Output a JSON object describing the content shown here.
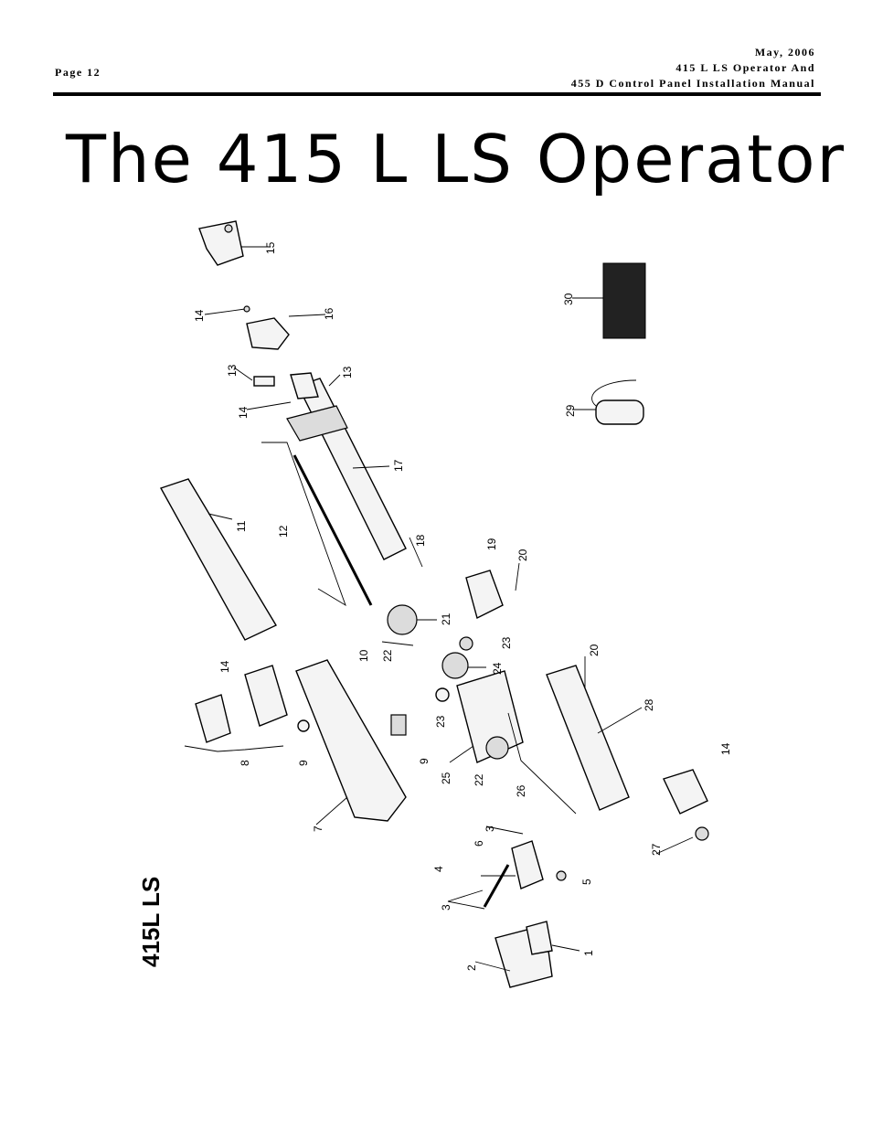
{
  "header": {
    "page_label": "Page 12",
    "date": "May, 2006",
    "doc_line1": "415 L LS Operator And",
    "doc_line2": "455 D Control Panel Installation Manual"
  },
  "title": "The 415 L LS Operator",
  "diagram": {
    "model_label": "415L LS",
    "part_numbers": [
      "15",
      "14",
      "16",
      "13",
      "13",
      "14",
      "30",
      "29",
      "17",
      "11",
      "12",
      "18",
      "19",
      "20",
      "21",
      "10",
      "22",
      "23",
      "24",
      "14",
      "20",
      "28",
      "9",
      "23",
      "8",
      "9",
      "25",
      "22",
      "26",
      "7",
      "14",
      "3",
      "6",
      "4",
      "5",
      "3",
      "27",
      "1",
      "2"
    ]
  }
}
